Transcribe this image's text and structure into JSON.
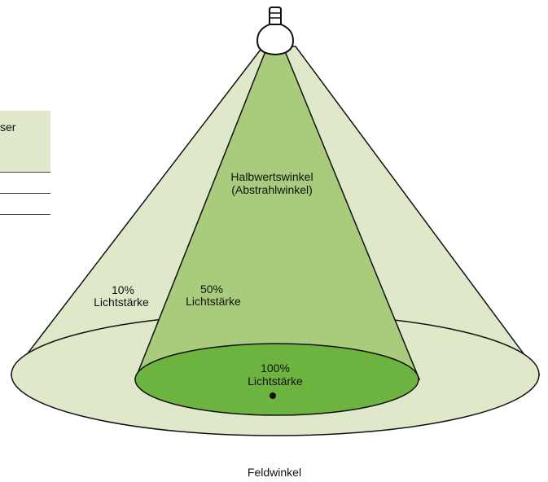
{
  "side_table": {
    "header_fragment": "ser"
  },
  "diagram": {
    "label_half_angle_line1": "Halbwertswinkel",
    "label_half_angle_line2": "(Abstrahlwinkel)",
    "label_10_pct": "10%",
    "label_10_text": "Lichtstärke",
    "label_50_pct": "50%",
    "label_50_text": "Lichtstärke",
    "label_100_pct": "100%",
    "label_100_text": "Lichtstärke",
    "label_field_angle": "Feldwinkel"
  },
  "colors": {
    "outer_cone": "#dfe9c9",
    "inner_cone": "#a8cc7c",
    "center_ellipse": "#6db33f",
    "outline": "#111111"
  }
}
